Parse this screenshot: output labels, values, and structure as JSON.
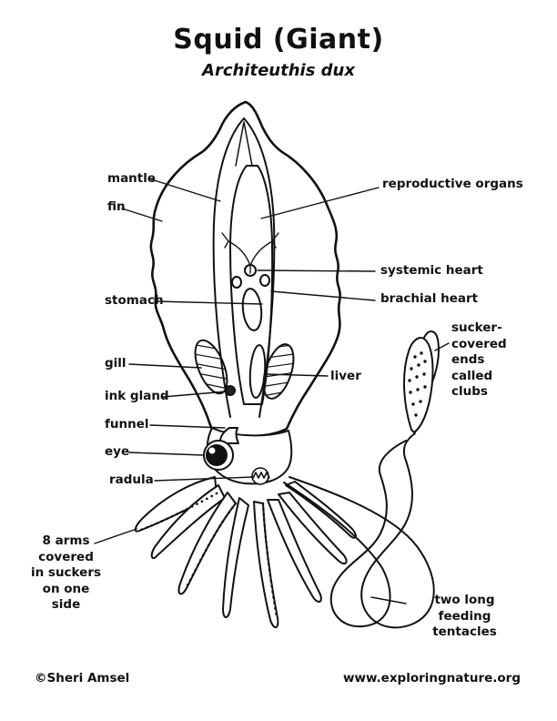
{
  "page": {
    "title": "Squid (Giant)",
    "subtitle": "Architeuthis dux",
    "credit": "©Sheri Amsel",
    "website": "www.exploringnature.org"
  },
  "labels": {
    "mantle": "mantle",
    "fin": "fin",
    "reproductive_organs": "reproductive organs",
    "systemic_heart": "systemic heart",
    "brachial_heart": "brachial heart",
    "stomach": "stomach",
    "gill": "gill",
    "liver": "liver",
    "ink_gland": "ink gland",
    "funnel": "funnel",
    "eye": "eye",
    "radula": "radula",
    "clubs": "sucker-\ncovered\nends\ncalled\nclubs",
    "arms": "8 arms\ncovered\nin suckers\non one\nside",
    "tentacles": "two long feeding\ntentacles"
  },
  "colors": {
    "ink": "#111111",
    "paper": "#ffffff"
  }
}
